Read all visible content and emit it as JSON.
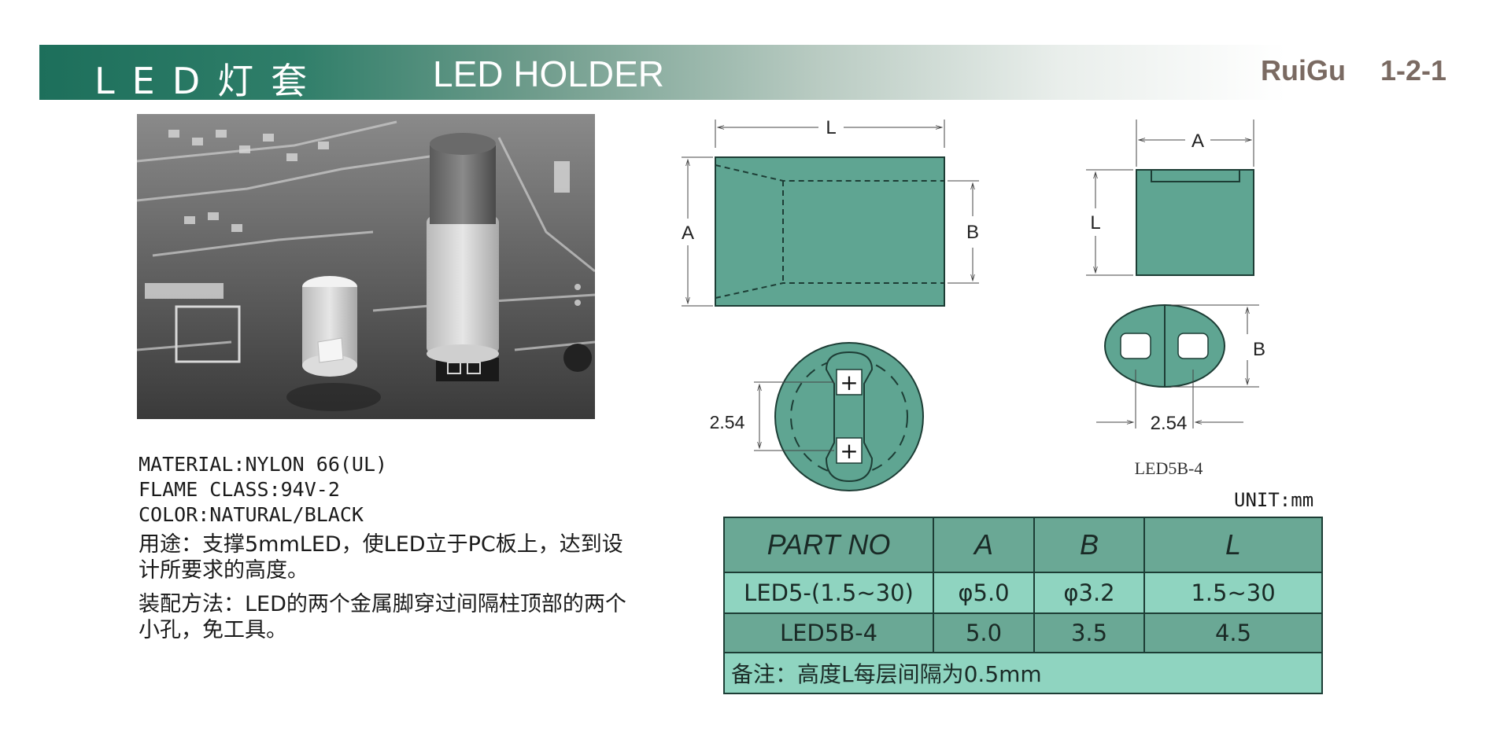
{
  "header": {
    "title_cn": "LED灯套",
    "title_en": "LED HOLDER",
    "brand": "RuiGu",
    "page_no": "1-2-1"
  },
  "specs": {
    "material": "MATERIAL:NYLON 66(UL)",
    "flame": "FLAME CLASS:94V-2",
    "color": "COLOR:NATURAL/BLACK",
    "usage": "用途：支撑5mmLED，使LED立于PC板上，达到设计所要求的高度。",
    "assembly": "装配方法：LED的两个金属脚穿过间隔柱顶部的两个小孔，免工具。"
  },
  "diagrams": {
    "dim_L": "L",
    "dim_A": "A",
    "dim_B": "B",
    "pitch": "2.54",
    "model_label": "LED5B-4"
  },
  "unit": "UNIT:mm",
  "table": {
    "headers": [
      "PART NO",
      "A",
      "B",
      "L"
    ],
    "rows": [
      [
        "LED5-(1.5~30)",
        "φ5.0",
        "φ3.2",
        "1.5~30"
      ],
      [
        "LED5B-4",
        "5.0",
        "3.5",
        "4.5"
      ]
    ],
    "note": "备注：高度L每层间隔为0.5mm"
  },
  "colors": {
    "part_fill": "#5fa592",
    "table_dark": "#6aa895",
    "table_light": "#8fd4c0",
    "brand_text": "#7a6a62",
    "banner_start": "#1d6f5b"
  }
}
